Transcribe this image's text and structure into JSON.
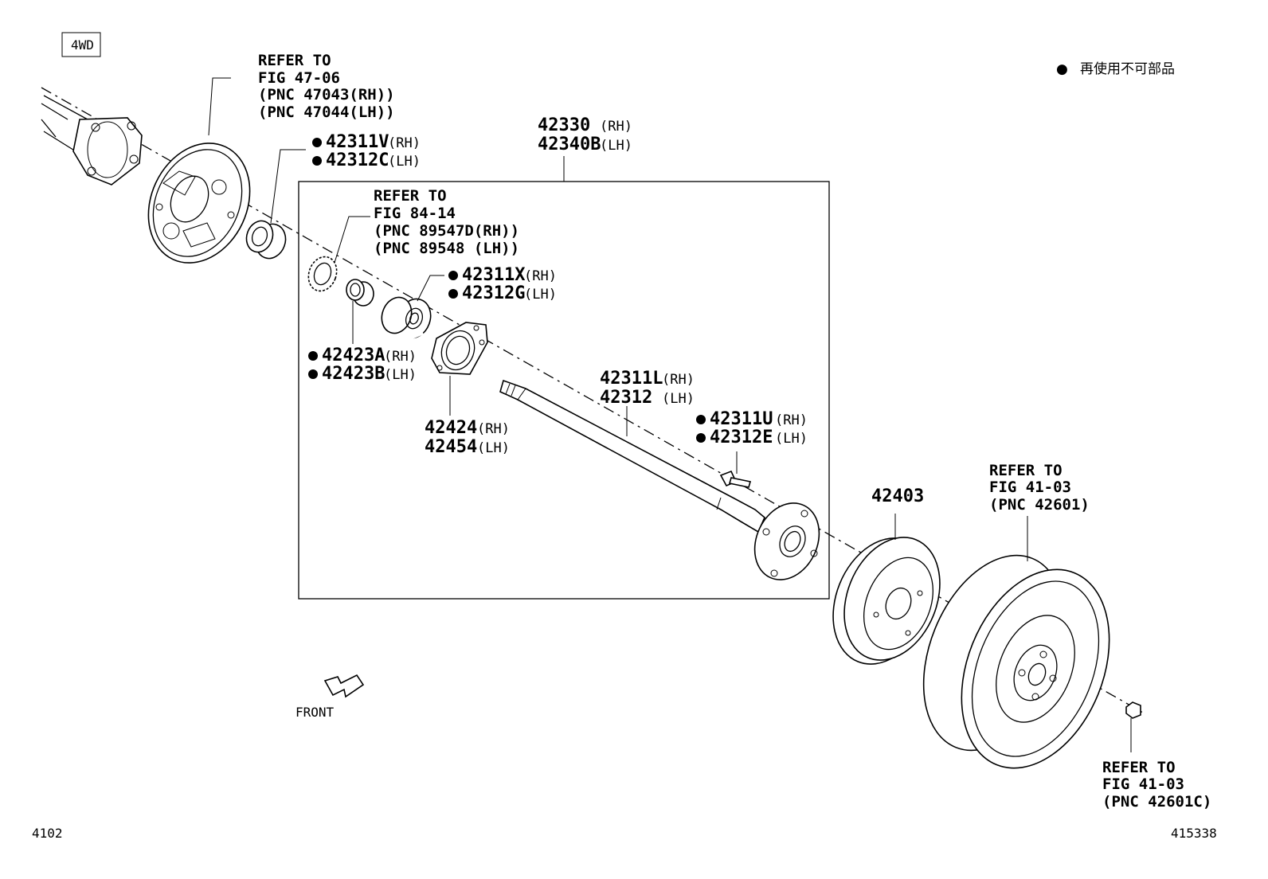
{
  "badge_4wd": "4WD",
  "legend": {
    "bullet": "●",
    "text": "再使用不可部品"
  },
  "callouts": {
    "brake_plate": [
      "REFER TO",
      "FIG 47-06",
      "(PNC 47043(RH))",
      "(PNC 47044(LH))"
    ],
    "sensor_rotor": [
      "REFER TO",
      "FIG 84-14",
      "(PNC 89547D(RH))",
      "(PNC 89548 (LH))"
    ],
    "wheel": [
      "REFER TO",
      "FIG 41-03",
      "(PNC 42601)"
    ],
    "hub_nut": [
      "REFER TO",
      "FIG 41-03",
      "(PNC 42601C)"
    ]
  },
  "parts": {
    "axle_assy": {
      "rh": "42330",
      "rh_sfx": "(RH)",
      "lh": "42340B",
      "lh_sfx": "(LH)"
    },
    "oil_seal": {
      "rh": "42311V",
      "rh_sfx": "(RH)",
      "lh": "42312C",
      "lh_sfx": "(LH)"
    },
    "bearing": {
      "rh": "42311X",
      "rh_sfx": "(RH)",
      "lh": "42312G",
      "lh_sfx": "(LH)"
    },
    "retainer": {
      "rh": "42423A",
      "rh_sfx": "(RH)",
      "lh": "42423B",
      "lh_sfx": "(LH)"
    },
    "case": {
      "rh": "42424",
      "rh_sfx": "(RH)",
      "lh": "42454",
      "lh_sfx": "(LH)"
    },
    "shaft": {
      "rh": "42311L",
      "rh_sfx": "(RH)",
      "lh": "42312",
      "lh_sfx": "(LH)"
    },
    "hub_bolt": {
      "rh": "42311U",
      "rh_sfx": "(RH)",
      "lh": "42312E",
      "lh_sfx": "(LH)"
    },
    "drum": {
      "pn": "42403"
    }
  },
  "front_label": "FRONT",
  "page_left": "4102",
  "page_right": "415338"
}
